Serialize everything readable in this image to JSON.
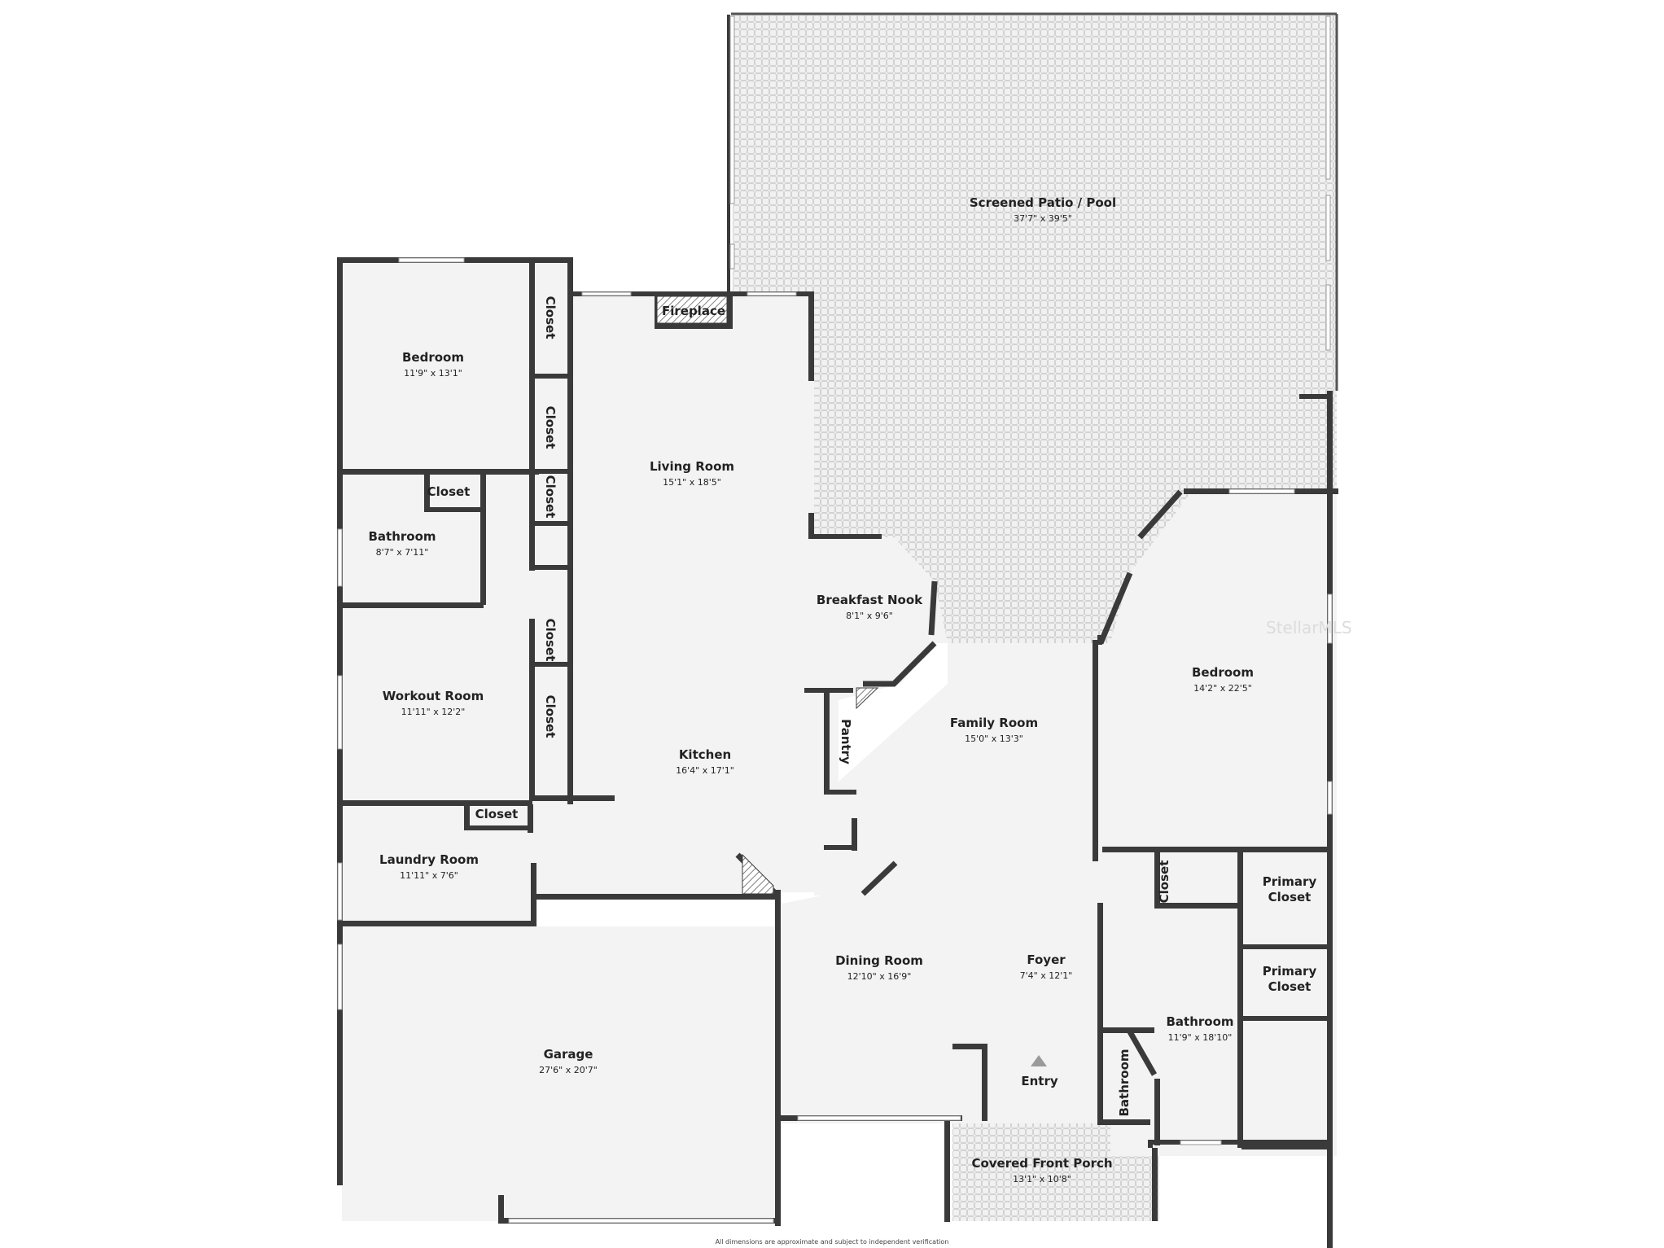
{
  "rooms": {
    "patio": {
      "name": "Screened Patio / Pool",
      "dims": "37'7\" x 39'5\""
    },
    "bedroom_nw": {
      "name": "Bedroom",
      "dims": "11'9\" x 13'1\""
    },
    "living": {
      "name": "Living Room",
      "dims": "15'1\" x 18'5\""
    },
    "bathroom_w": {
      "name": "Bathroom",
      "dims": "8'7\" x 7'11\""
    },
    "breakfast": {
      "name": "Breakfast Nook",
      "dims": "8'1\" x 9'6\""
    },
    "workout": {
      "name": "Workout Room",
      "dims": "11'11\" x 12'2\""
    },
    "bedroom_e": {
      "name": "Bedroom",
      "dims": "14'2\" x 22'5\""
    },
    "family": {
      "name": "Family Room",
      "dims": "15'0\" x 13'3\""
    },
    "kitchen": {
      "name": "Kitchen",
      "dims": "16'4\" x 17'1\""
    },
    "laundry": {
      "name": "Laundry Room",
      "dims": "11'11\" x 7'6\""
    },
    "dining": {
      "name": "Dining Room",
      "dims": "12'10\" x 16'9\""
    },
    "foyer": {
      "name": "Foyer",
      "dims": "7'4\" x 12'1\""
    },
    "bathroom_e": {
      "name": "Bathroom",
      "dims": "11'9\" x 18'10\""
    },
    "garage": {
      "name": "Garage",
      "dims": "27'6\" x 20'7\""
    },
    "porch": {
      "name": "Covered Front Porch",
      "dims": "13'1\" x 10'8\""
    }
  },
  "labels": {
    "fireplace": "Fireplace",
    "closet": "Closet",
    "pantry": "Pantry",
    "entry": "Entry",
    "bathroom_small": "Bathroom",
    "primary_closet_1": "Primary",
    "primary_closet_2": "Closet"
  },
  "footer": "All dimensions are approximate and subject to independent verification",
  "watermark": "StellarMLS"
}
